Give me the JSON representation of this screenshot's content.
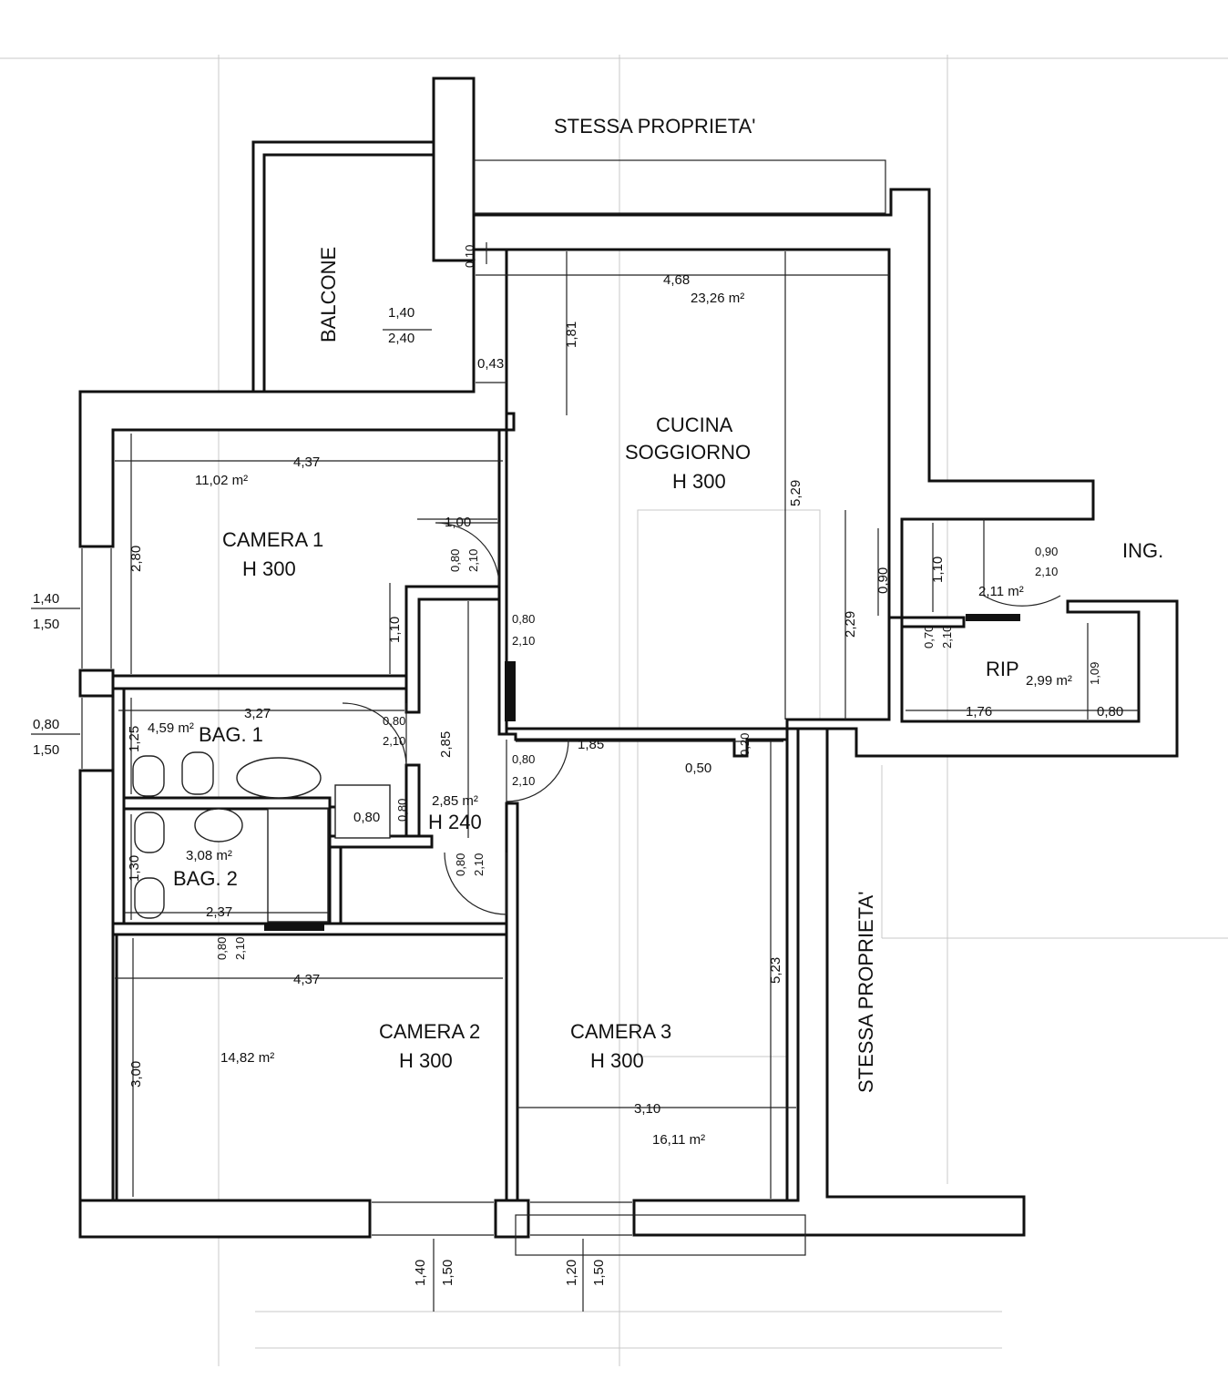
{
  "labels": {
    "top_neighbor": "STESSA PROPRIETA'",
    "side_neighbor": "STESSA PROPRIETA'",
    "entrance": "ING.",
    "balcony": "BALCONE"
  },
  "rooms": {
    "kitchen_name1": "CUCINA",
    "kitchen_name2": "SOGGIORNO",
    "kitchen_height": "H 300",
    "kitchen_area": "23,26 m²",
    "camera1_name": "CAMERA 1",
    "camera1_height": "H 300",
    "camera1_area": "11,02 m²",
    "bag1_name": "BAG. 1",
    "bag1_area": "4,59 m²",
    "bag2_name": "BAG. 2",
    "bag2_area": "3,08 m²",
    "hall_area": "2,85 m²",
    "hall_height": "H 240",
    "camera2_name": "CAMERA 2",
    "camera2_height": "H 300",
    "camera2_area": "14,82 m²",
    "camera3_name": "CAMERA 3",
    "camera3_height": "H 300",
    "camera3_area": "16,11 m²",
    "entry_area": "2,11 m²",
    "rip_name": "RIP",
    "rip_area": "2,99 m²"
  },
  "dims": {
    "d_4_68": "4,68",
    "d_1_81": "1,81",
    "d_5_29": "5,29",
    "d_2_29": "2,29",
    "d_0_90": "0,90",
    "d_1_10_entry": "1,10",
    "d_0_10": "0,10",
    "d_0_43": "0,43",
    "balcony_w": "1,40",
    "balcony_h": "2,40",
    "d_4_37_c1": "4,37",
    "d_2_80": "2,80",
    "d_1_00": "1,00",
    "d_1_10_c1": "1,10",
    "door_c1_w": "0,80",
    "door_c1_h": "2,10",
    "door_kit_w": "0,80",
    "door_kit_h": "2,10",
    "d_3_27": "3,27",
    "d_1_25": "1,25",
    "door_bag1_w": "0,80",
    "door_bag1_h": "2,10",
    "d_2_85": "2,85",
    "d_0_80_bag": "0,80",
    "d_0_80_vert": "0,80",
    "d_1_30": "1,30",
    "d_2_37": "2,37",
    "door_bag2_w": "0,80",
    "door_bag2_h": "2,10",
    "door_c2_w": "0,80",
    "door_c2_h": "2,10",
    "door_c3_w": "0,80",
    "door_c3_h": "2,10",
    "d_1_85": "1,85",
    "d_0_50": "0,50",
    "d_0_20": "0,20",
    "d_4_37_c2": "4,37",
    "d_3_00": "3,00",
    "d_5_23": "5,23",
    "d_3_10": "3,10",
    "door_ing_w": "0,90",
    "door_ing_h": "2,10",
    "door_rip_w": "0,70",
    "door_rip_h": "2,10",
    "d_1_76": "1,76",
    "d_0_80_rip": "0,80",
    "d_1_09": "1,09",
    "win_left1_w": "1,40",
    "win_left1_h": "1,50",
    "win_left2_w": "0,80",
    "win_left2_h": "1,50",
    "win_bot1_w": "1,40",
    "win_bot1_h": "1,50",
    "win_bot2_w": "1,20",
    "win_bot2_h": "1,50"
  }
}
